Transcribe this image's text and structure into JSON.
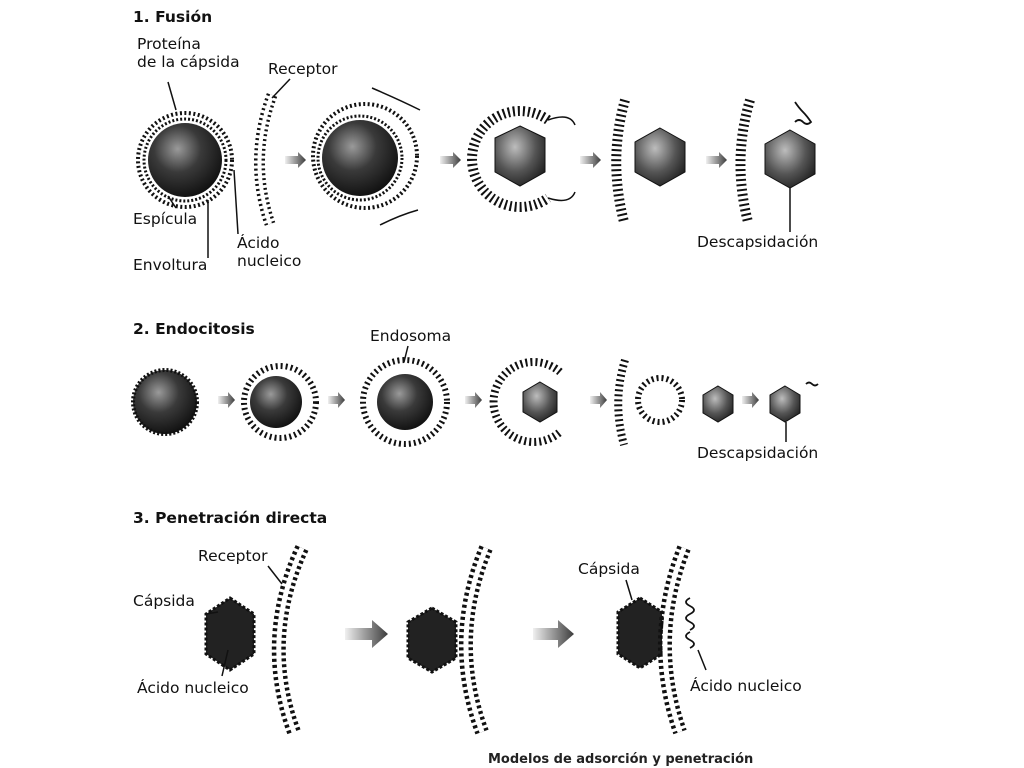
{
  "sections": [
    {
      "title": "1. Fusión",
      "labels": {
        "capsid_protein": "Proteína\nde la cápsida",
        "receptor": "Receptor",
        "spicule": "Espícula",
        "nucleic_acid": "Ácido\nnucleico",
        "envelope": "Envoltura",
        "uncoating": "Descapsidación"
      }
    },
    {
      "title": "2. Endocitosis",
      "labels": {
        "endosome": "Endosoma",
        "uncoating": "Descapsidación"
      }
    },
    {
      "title": "3. Penetración directa",
      "labels": {
        "receptor": "Receptor",
        "capsid_left": "Cápsida",
        "nucleic_acid_left": "Ácido nucleico",
        "capsid_right": "Cápsida",
        "nucleic_acid_right": "Ácido nucleico"
      }
    }
  ],
  "caption": "Modelos de adsorción y penetración",
  "colors": {
    "ink": "#111111",
    "virus_fill": "#2a2a2a",
    "arrow": "#555555"
  }
}
